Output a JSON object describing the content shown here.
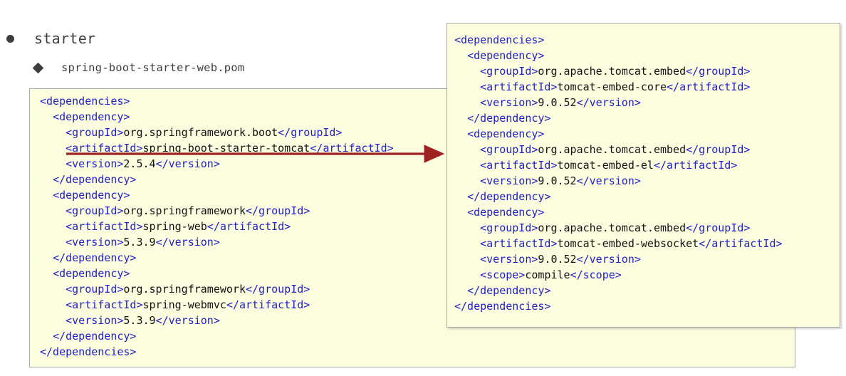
{
  "outline": {
    "level1": {
      "bullet": "filled-circle-bullet",
      "label": "starter"
    },
    "level2": {
      "bullet": "filled-diamond-bullet",
      "label": "spring-boot-starter-web.pom"
    }
  },
  "colors": {
    "code_background": "#fcfcdf",
    "code_border": "#a9a9a0",
    "tag_color": "#2222c8",
    "text_color": "#141414",
    "annotation_arrow": "#9e2222",
    "bullet_color": "#3d3d3d"
  },
  "annotation": {
    "type": "arrow",
    "color": "#9e2222",
    "description": "red arrow from spring-boot-starter-tomcat artifactId line to the right pom panel"
  },
  "left_panel": {
    "name": "spring-boot-starter-web.pom dependencies",
    "lines": [
      [
        {
          "t": "tag",
          "v": "<dependencies>"
        }
      ],
      [
        {
          "t": "txt",
          "v": "  "
        },
        {
          "t": "tag",
          "v": "<dependency>"
        }
      ],
      [
        {
          "t": "txt",
          "v": "    "
        },
        {
          "t": "tag",
          "v": "<groupId>"
        },
        {
          "t": "txt",
          "v": "org.springframework.boot"
        },
        {
          "t": "tag",
          "v": "</groupId>"
        }
      ],
      [
        {
          "t": "txt",
          "v": "    "
        },
        {
          "t": "tag",
          "v": "<artifactId>"
        },
        {
          "t": "txt",
          "v": "spring-boot-starter-tomcat"
        },
        {
          "t": "tag",
          "v": "</artifactId>"
        }
      ],
      [
        {
          "t": "txt",
          "v": "    "
        },
        {
          "t": "tag",
          "v": "<version>"
        },
        {
          "t": "txt",
          "v": "2.5.4"
        },
        {
          "t": "tag",
          "v": "</version>"
        }
      ],
      [
        {
          "t": "txt",
          "v": "  "
        },
        {
          "t": "tag",
          "v": "</dependency>"
        }
      ],
      [
        {
          "t": "txt",
          "v": "  "
        },
        {
          "t": "tag",
          "v": "<dependency>"
        }
      ],
      [
        {
          "t": "txt",
          "v": "    "
        },
        {
          "t": "tag",
          "v": "<groupId>"
        },
        {
          "t": "txt",
          "v": "org.springframework"
        },
        {
          "t": "tag",
          "v": "</groupId>"
        }
      ],
      [
        {
          "t": "txt",
          "v": "    "
        },
        {
          "t": "tag",
          "v": "<artifactId>"
        },
        {
          "t": "txt",
          "v": "spring-web"
        },
        {
          "t": "tag",
          "v": "</artifactId>"
        }
      ],
      [
        {
          "t": "txt",
          "v": "    "
        },
        {
          "t": "tag",
          "v": "<version>"
        },
        {
          "t": "txt",
          "v": "5.3.9"
        },
        {
          "t": "tag",
          "v": "</version>"
        }
      ],
      [
        {
          "t": "txt",
          "v": "  "
        },
        {
          "t": "tag",
          "v": "</dependency>"
        }
      ],
      [
        {
          "t": "txt",
          "v": "  "
        },
        {
          "t": "tag",
          "v": "<dependency>"
        }
      ],
      [
        {
          "t": "txt",
          "v": "    "
        },
        {
          "t": "tag",
          "v": "<groupId>"
        },
        {
          "t": "txt",
          "v": "org.springframework"
        },
        {
          "t": "tag",
          "v": "</groupId>"
        }
      ],
      [
        {
          "t": "txt",
          "v": "    "
        },
        {
          "t": "tag",
          "v": "<artifactId>"
        },
        {
          "t": "txt",
          "v": "spring-webmvc"
        },
        {
          "t": "tag",
          "v": "</artifactId>"
        }
      ],
      [
        {
          "t": "txt",
          "v": "    "
        },
        {
          "t": "tag",
          "v": "<version>"
        },
        {
          "t": "txt",
          "v": "5.3.9"
        },
        {
          "t": "tag",
          "v": "</version>"
        }
      ],
      [
        {
          "t": "txt",
          "v": "  "
        },
        {
          "t": "tag",
          "v": "</dependency>"
        }
      ],
      [
        {
          "t": "tag",
          "v": "</dependencies>"
        }
      ]
    ]
  },
  "right_panel": {
    "name": "spring-boot-starter-tomcat pom dependencies",
    "lines": [
      [
        {
          "t": "tag",
          "v": "<dependencies>"
        }
      ],
      [
        {
          "t": "txt",
          "v": "  "
        },
        {
          "t": "tag",
          "v": "<dependency>"
        }
      ],
      [
        {
          "t": "txt",
          "v": "    "
        },
        {
          "t": "tag",
          "v": "<groupId>"
        },
        {
          "t": "txt",
          "v": "org.apache.tomcat.embed"
        },
        {
          "t": "tag",
          "v": "</groupId>"
        }
      ],
      [
        {
          "t": "txt",
          "v": "    "
        },
        {
          "t": "tag",
          "v": "<artifactId>"
        },
        {
          "t": "txt",
          "v": "tomcat-embed-core"
        },
        {
          "t": "tag",
          "v": "</artifactId>"
        }
      ],
      [
        {
          "t": "txt",
          "v": "    "
        },
        {
          "t": "tag",
          "v": "<version>"
        },
        {
          "t": "txt",
          "v": "9.0.52"
        },
        {
          "t": "tag",
          "v": "</version>"
        }
      ],
      [
        {
          "t": "txt",
          "v": "  "
        },
        {
          "t": "tag",
          "v": "</dependency>"
        }
      ],
      [
        {
          "t": "txt",
          "v": "  "
        },
        {
          "t": "tag",
          "v": "<dependency>"
        }
      ],
      [
        {
          "t": "txt",
          "v": "    "
        },
        {
          "t": "tag",
          "v": "<groupId>"
        },
        {
          "t": "txt",
          "v": "org.apache.tomcat.embed"
        },
        {
          "t": "tag",
          "v": "</groupId>"
        }
      ],
      [
        {
          "t": "txt",
          "v": "    "
        },
        {
          "t": "tag",
          "v": "<artifactId>"
        },
        {
          "t": "txt",
          "v": "tomcat-embed-el"
        },
        {
          "t": "tag",
          "v": "</artifactId>"
        }
      ],
      [
        {
          "t": "txt",
          "v": "    "
        },
        {
          "t": "tag",
          "v": "<version>"
        },
        {
          "t": "txt",
          "v": "9.0.52"
        },
        {
          "t": "tag",
          "v": "</version>"
        }
      ],
      [
        {
          "t": "txt",
          "v": "  "
        },
        {
          "t": "tag",
          "v": "</dependency>"
        }
      ],
      [
        {
          "t": "txt",
          "v": "  "
        },
        {
          "t": "tag",
          "v": "<dependency>"
        }
      ],
      [
        {
          "t": "txt",
          "v": "    "
        },
        {
          "t": "tag",
          "v": "<groupId>"
        },
        {
          "t": "txt",
          "v": "org.apache.tomcat.embed"
        },
        {
          "t": "tag",
          "v": "</groupId>"
        }
      ],
      [
        {
          "t": "txt",
          "v": "    "
        },
        {
          "t": "tag",
          "v": "<artifactId>"
        },
        {
          "t": "txt",
          "v": "tomcat-embed-websocket"
        },
        {
          "t": "tag",
          "v": "</artifactId>"
        }
      ],
      [
        {
          "t": "txt",
          "v": "    "
        },
        {
          "t": "tag",
          "v": "<version>"
        },
        {
          "t": "txt",
          "v": "9.0.52"
        },
        {
          "t": "tag",
          "v": "</version>"
        }
      ],
      [
        {
          "t": "txt",
          "v": "    "
        },
        {
          "t": "tag",
          "v": "<scope>"
        },
        {
          "t": "txt",
          "v": "compile"
        },
        {
          "t": "tag",
          "v": "</scope>"
        }
      ],
      [
        {
          "t": "txt",
          "v": "  "
        },
        {
          "t": "tag",
          "v": "</dependency>"
        }
      ],
      [
        {
          "t": "tag",
          "v": "</dependencies>"
        }
      ]
    ]
  }
}
